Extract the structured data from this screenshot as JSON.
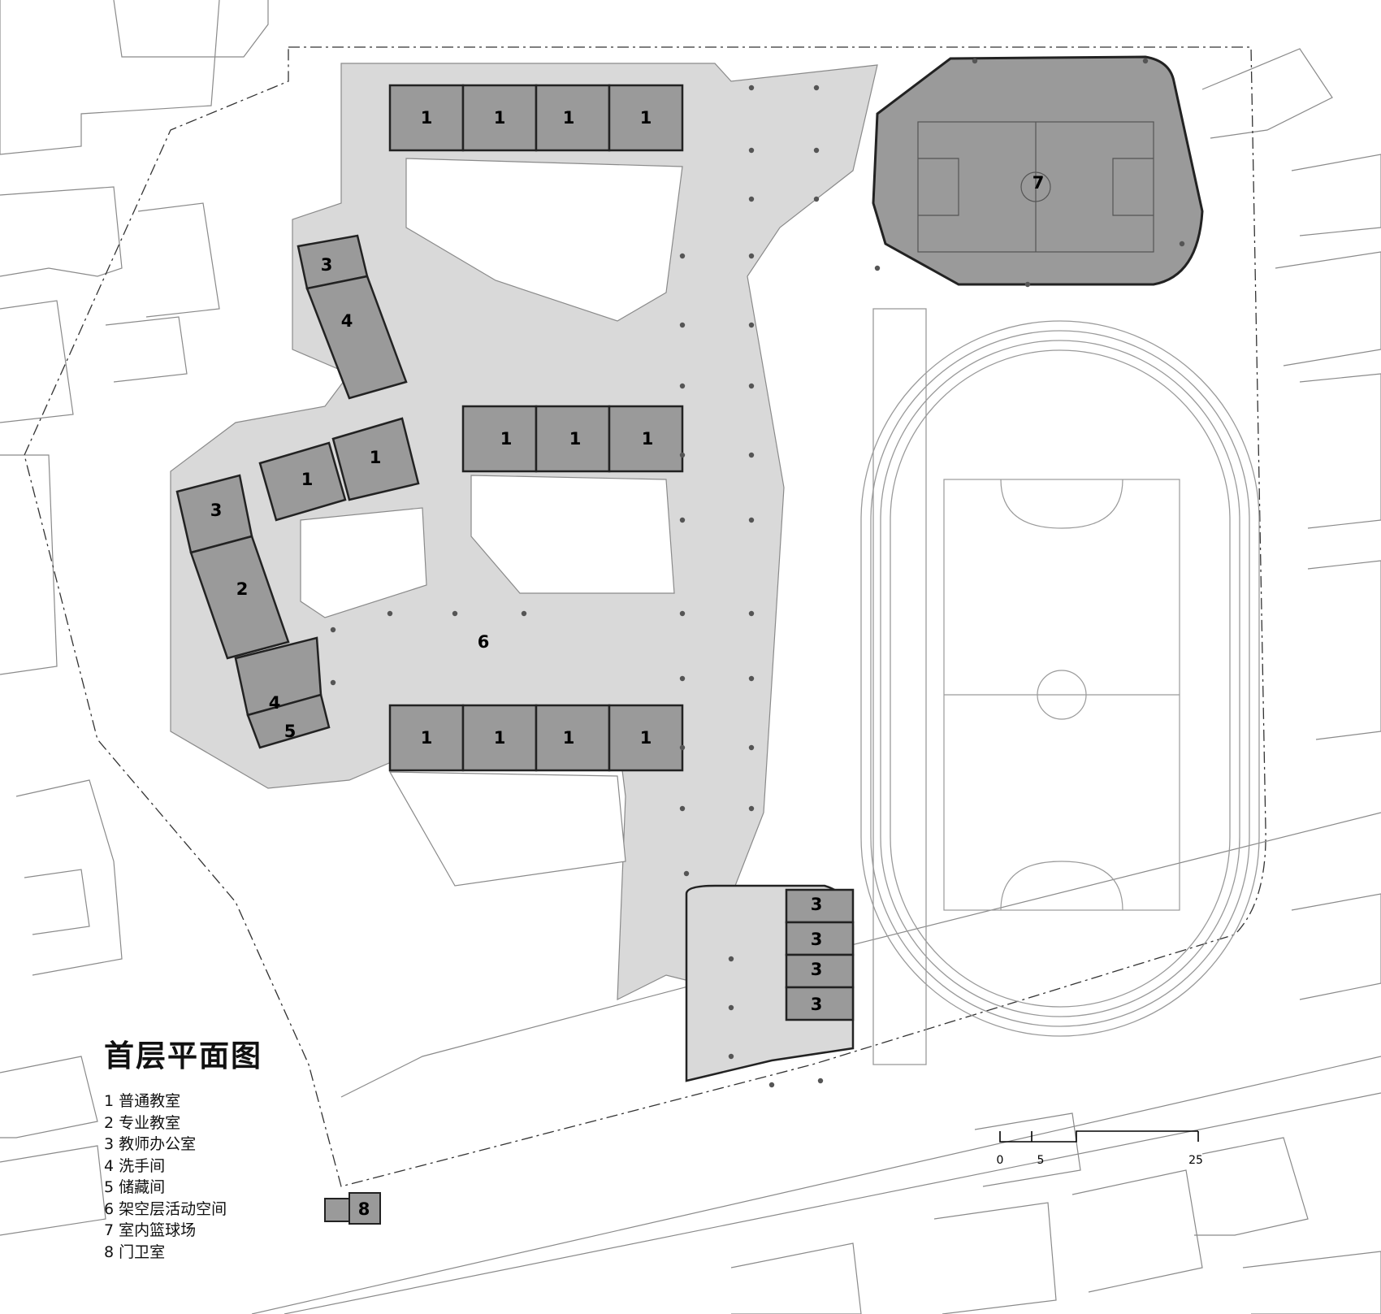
{
  "title": "首层平面图",
  "legend": [
    "1 普通教室",
    "2 专业教室",
    "3 教师办公室",
    "4 洗手间",
    "5 储藏间",
    "6 架空层活动空间",
    "7 室内篮球场",
    "8 门卫室"
  ],
  "labels": {
    "classroom": "1",
    "special_classroom": "2",
    "teacher_office": "3",
    "restroom": "4",
    "storage": "5",
    "activity_space": "6",
    "basketball_court": "7",
    "guard_room": "8"
  },
  "scale_bar": {
    "ticks": [
      "0",
      "5",
      "25"
    ]
  },
  "colors": {
    "room_fill": "#9a9a9a",
    "covered_fill": "#d9d9d9",
    "line": "#8a8a8a",
    "wall": "#222222"
  }
}
